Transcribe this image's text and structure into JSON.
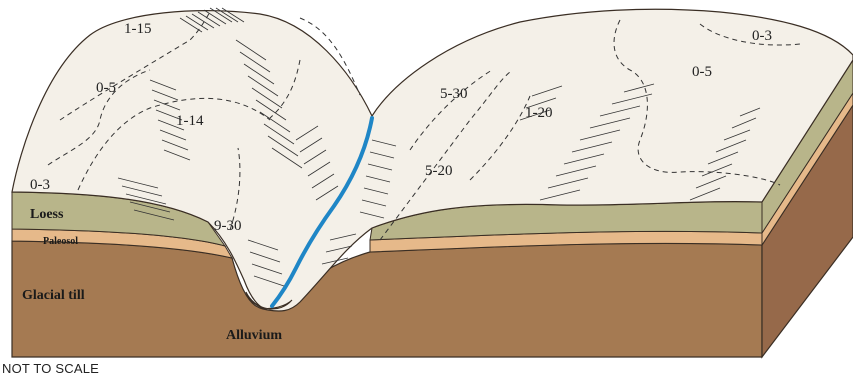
{
  "slope_labels": [
    "1-15",
    "0-5",
    "1-14",
    "0-3",
    "9-30",
    "5-30",
    "1-20",
    "5-20",
    "0-3",
    "0-5"
  ],
  "layer_labels": {
    "loess": "Loess",
    "paleosol": "Paleosol",
    "glacial_till": "Glacial till",
    "alluvium": "Alluvium"
  },
  "scale_note": "NOT TO SCALE",
  "colors": {
    "surface": "#f4f0e8",
    "loess": "#b8b58a",
    "paleosol": "#e6b98a",
    "glacial_till": "#a57a52",
    "glacial_till_side": "#96694a",
    "alluvium": "#f3eec0",
    "stream": "#1f86c6",
    "outline": "#3a2e24"
  }
}
